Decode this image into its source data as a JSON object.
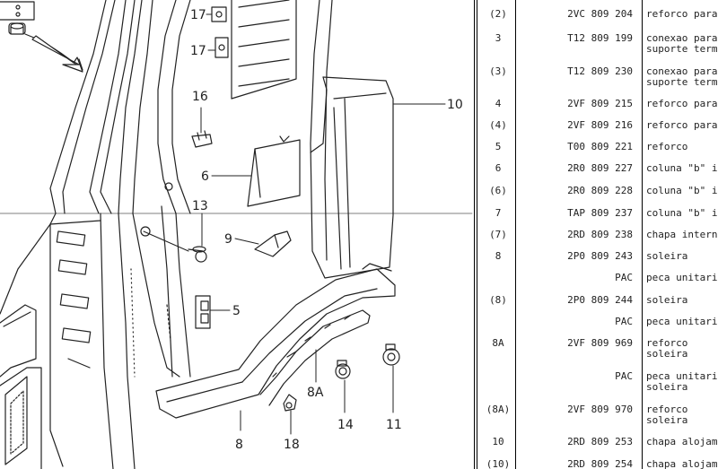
{
  "callouts": {
    "c10": "10",
    "c16": "16",
    "c17a": "17",
    "c17b": "17",
    "c6": "6",
    "c13": "13",
    "c9": "9",
    "c5": "5",
    "c8": "8",
    "c8a": "8A",
    "c14": "14",
    "c11": "11",
    "c18": "18"
  },
  "parts": [
    {
      "pos": "(2)",
      "code": "2VC 809 204",
      "desc": "reforco para"
    },
    {
      "pos": "3",
      "code": "T12 809 199",
      "desc": "conexao para\nsuporte term"
    },
    {
      "pos": "(3)",
      "code": "T12 809 230",
      "desc": "conexao para\nsuporte term"
    },
    {
      "pos": "4",
      "code": "2VF 809 215",
      "desc": "reforco para"
    },
    {
      "pos": "(4)",
      "code": "2VF 809 216",
      "desc": "reforco para"
    },
    {
      "pos": "5",
      "code": "T00 809 221",
      "desc": "reforco"
    },
    {
      "pos": "6",
      "code": "2R0 809 227",
      "desc": "coluna \"b\" i"
    },
    {
      "pos": "(6)",
      "code": "2R0 809 228",
      "desc": "coluna \"b\" i"
    },
    {
      "pos": "7",
      "code": "TAP 809 237",
      "desc": "coluna \"b\" i"
    },
    {
      "pos": "(7)",
      "code": "2RD 809 238",
      "desc": "chapa intern"
    },
    {
      "pos": "8",
      "code": "2P0 809 243",
      "desc": "soleira"
    },
    {
      "pos": "",
      "code": "PAC",
      "desc": "peca unitari"
    },
    {
      "pos": "(8)",
      "code": "2P0 809 244",
      "desc": "soleira"
    },
    {
      "pos": "",
      "code": "PAC",
      "desc": "peca unitari"
    },
    {
      "pos": "8A",
      "code": "2VF 809 969",
      "desc": "reforco\nsoleira"
    },
    {
      "pos": "",
      "code": "PAC",
      "desc": "peca unitari\nsoleira"
    },
    {
      "pos": "(8A)",
      "code": "2VF 809 970",
      "desc": "reforco\nsoleira"
    },
    {
      "pos": "10",
      "code": "2RD 809 253",
      "desc": "chapa alojam"
    },
    {
      "pos": "(10)",
      "code": "2RD 809 254",
      "desc": "chapa alojam"
    }
  ]
}
